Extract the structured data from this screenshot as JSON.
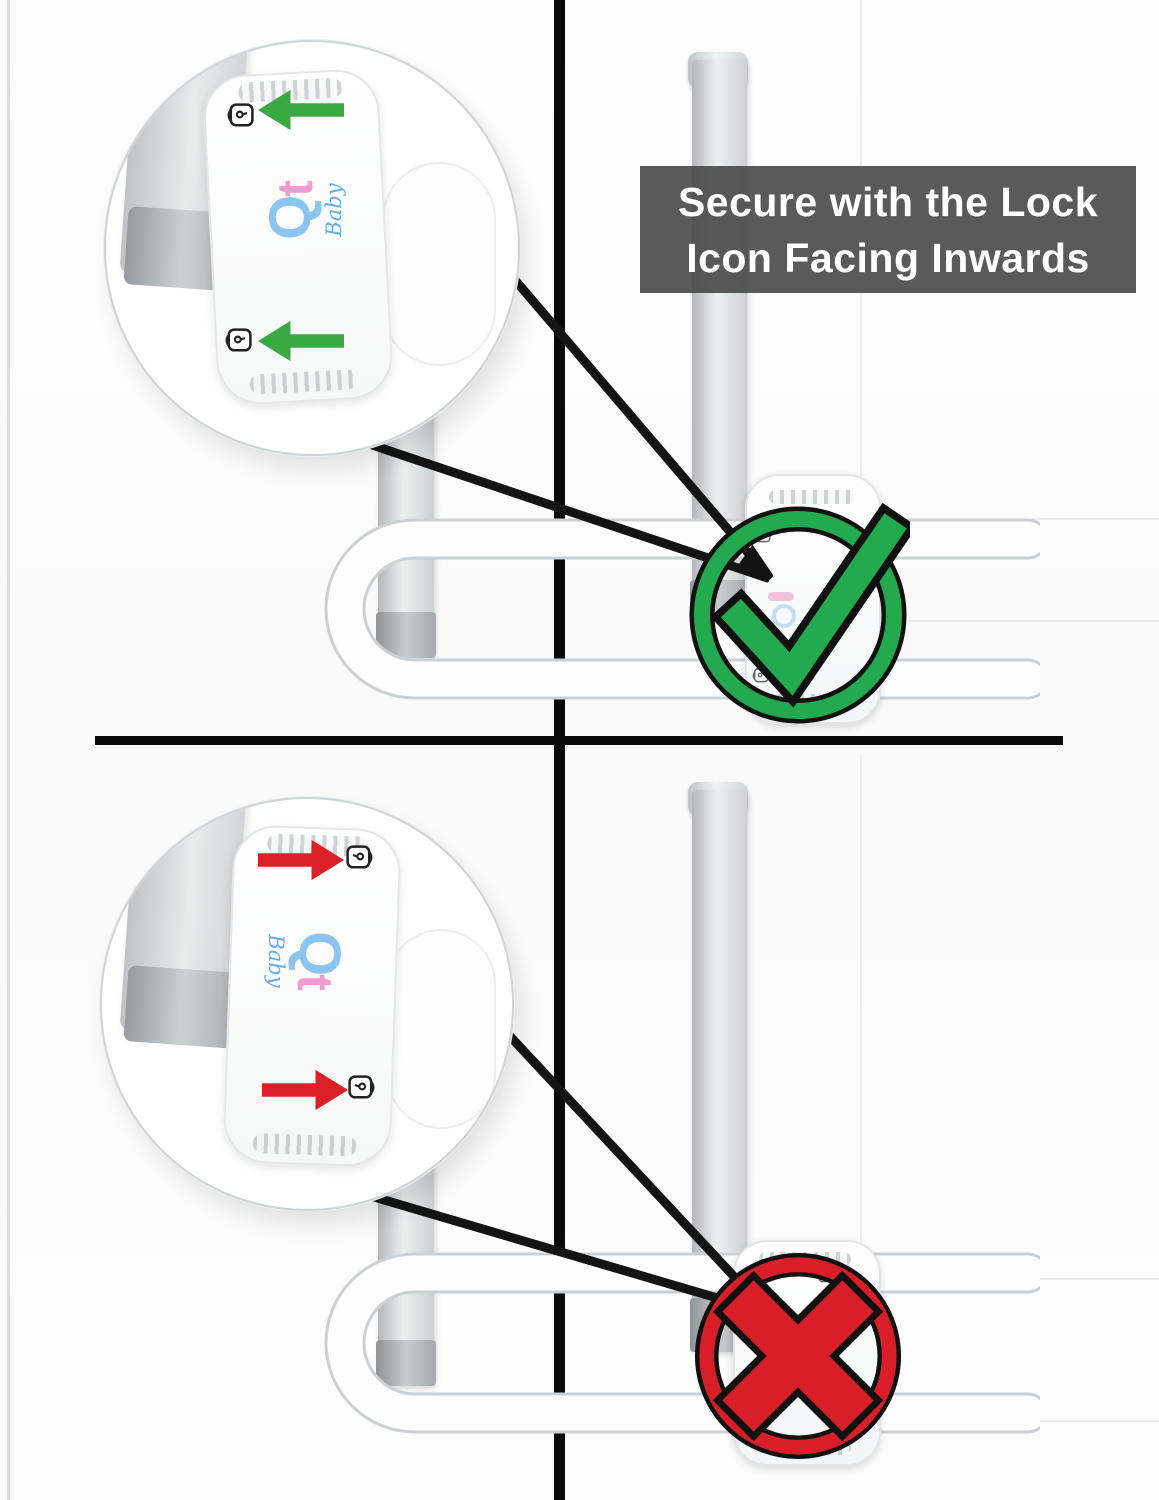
{
  "title": "Secure with the Lock Icon Facing Inwards",
  "banner": {
    "line1": "Secure with the Lock",
    "line2": "Icon Facing Inwards",
    "bg_color": "#4a4a4a",
    "text_color": "#ffffff"
  },
  "brand": {
    "q": "Q",
    "t": "t",
    "name": "Baby"
  },
  "colors": {
    "correct_green": "#23aa4e",
    "arrow_green": "#3aa942",
    "incorrect_red": "#d81f27",
    "arrow_red": "#dc2027",
    "outline_black": "#111111"
  },
  "correct_example": {
    "badge": "checkmark",
    "arrows_direction": "left"
  },
  "incorrect_example": {
    "badge": "cross",
    "arrows_direction": "right"
  }
}
